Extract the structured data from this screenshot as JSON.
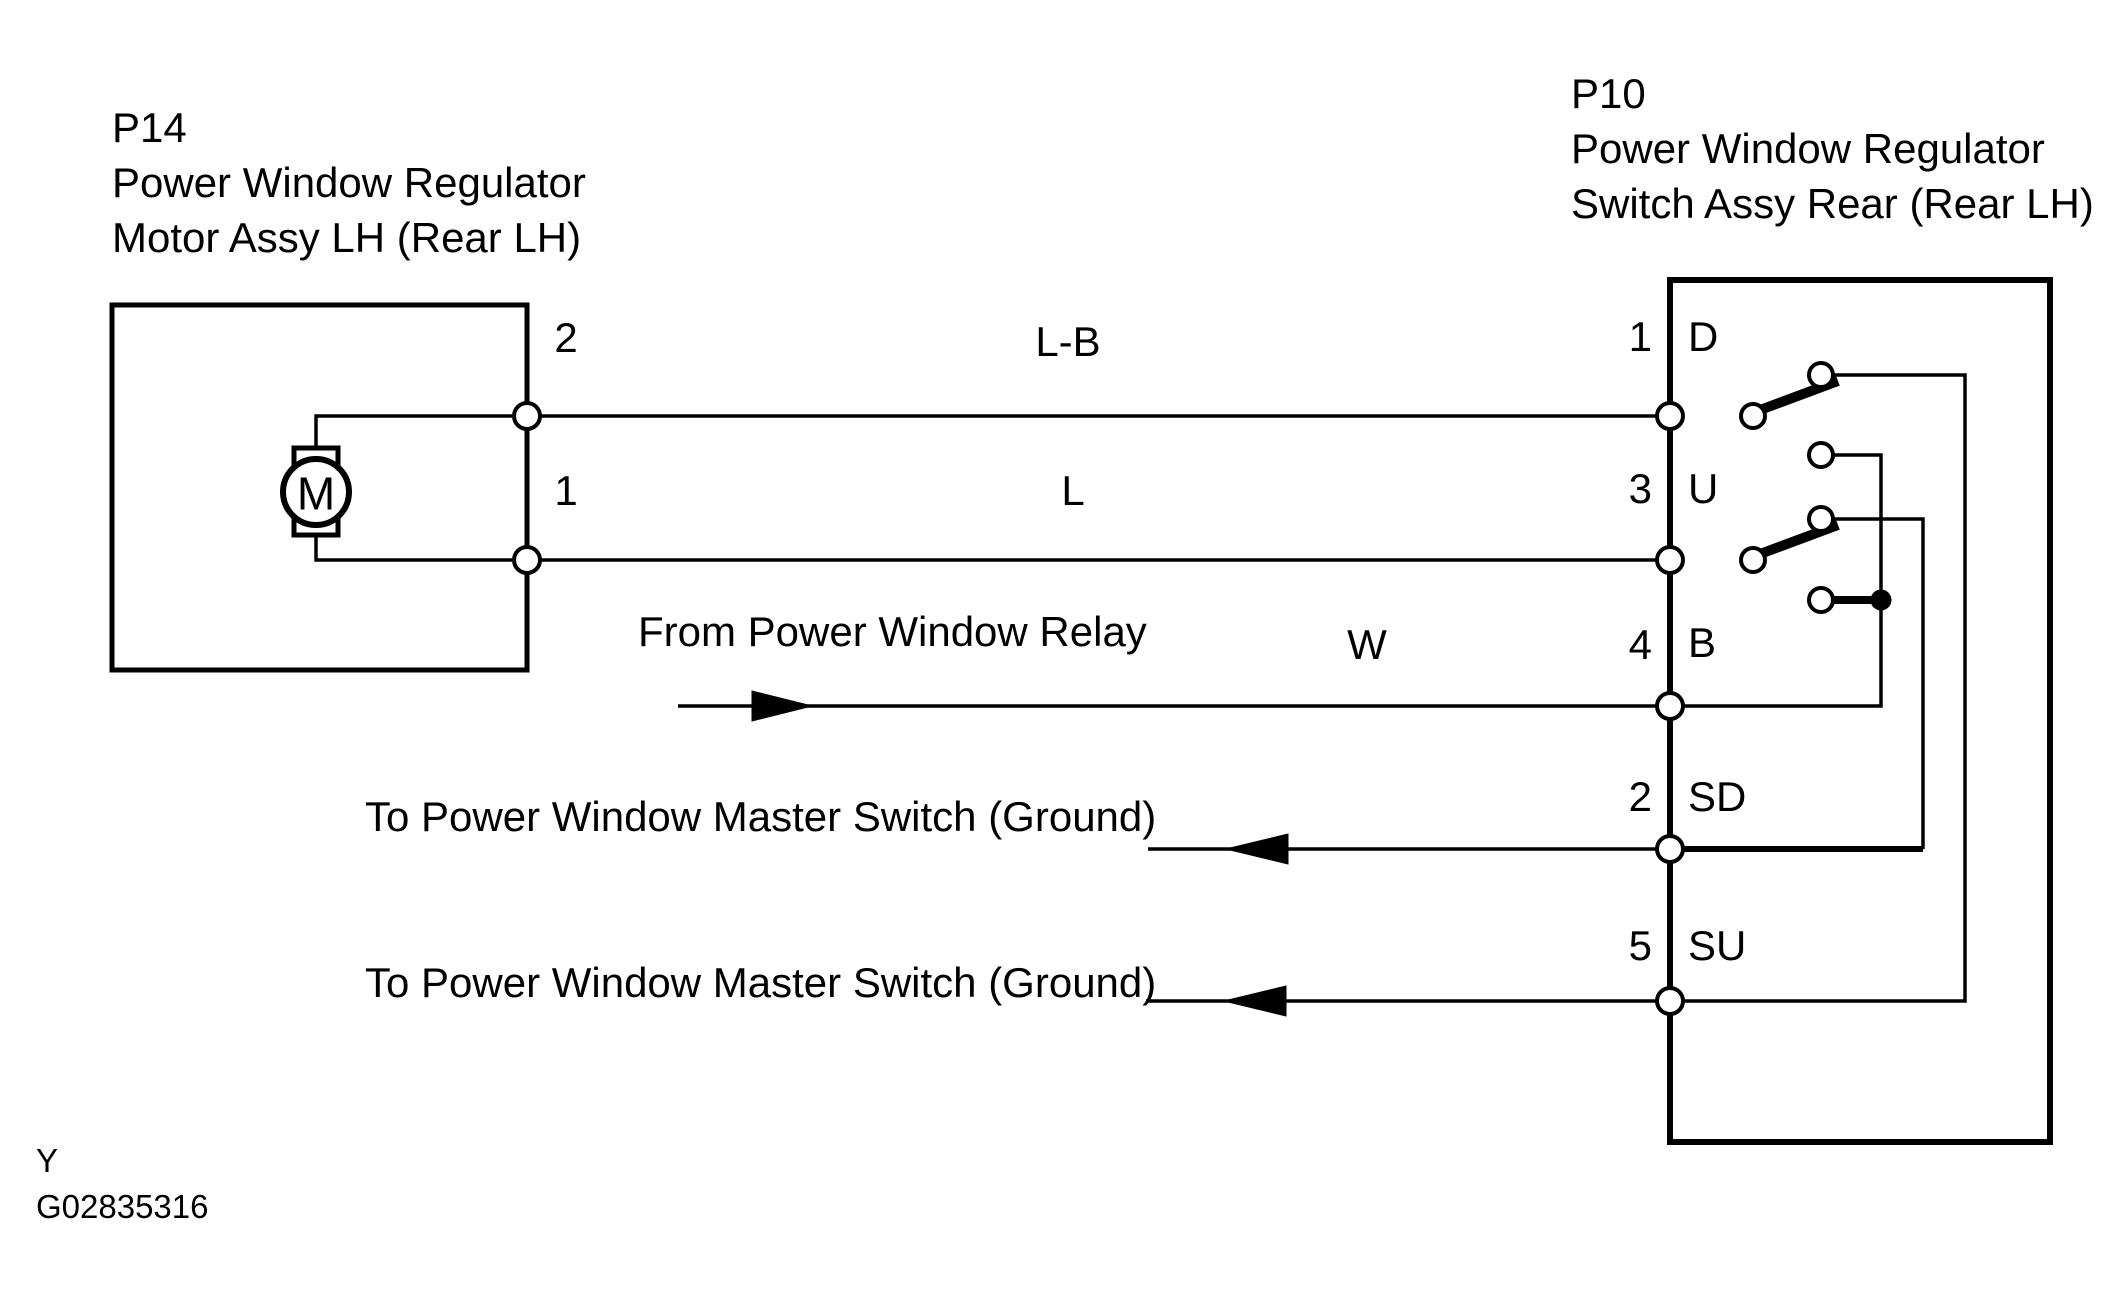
{
  "colors": {
    "ink": "#000000",
    "background": "#ffffff"
  },
  "left_component": {
    "id": "P14",
    "name_line1": "Power Window Regulator",
    "name_line2": "Motor Assy LH (Rear LH)",
    "motor_label": "M",
    "pins": [
      {
        "number": "2",
        "wire_color_code": "L-B"
      },
      {
        "number": "1",
        "wire_color_code": "L"
      }
    ]
  },
  "right_component": {
    "id": "P10",
    "name_line1": "Power Window Regulator",
    "name_line2": "Switch Assy Rear (Rear LH)",
    "pins": [
      {
        "number": "1",
        "label": "D"
      },
      {
        "number": "3",
        "label": "U"
      },
      {
        "number": "4",
        "label": "B"
      },
      {
        "number": "2",
        "label": "SD"
      },
      {
        "number": "5",
        "label": "SU"
      }
    ]
  },
  "wires": {
    "relay_wire_color_code": "W",
    "relay_annotation": "From Power Window Relay",
    "sd_annotation": "To Power Window Master Switch (Ground)",
    "su_annotation": "To Power Window Master Switch (Ground)"
  },
  "footer": {
    "section_code": "Y",
    "figure_code": "G02835316"
  }
}
